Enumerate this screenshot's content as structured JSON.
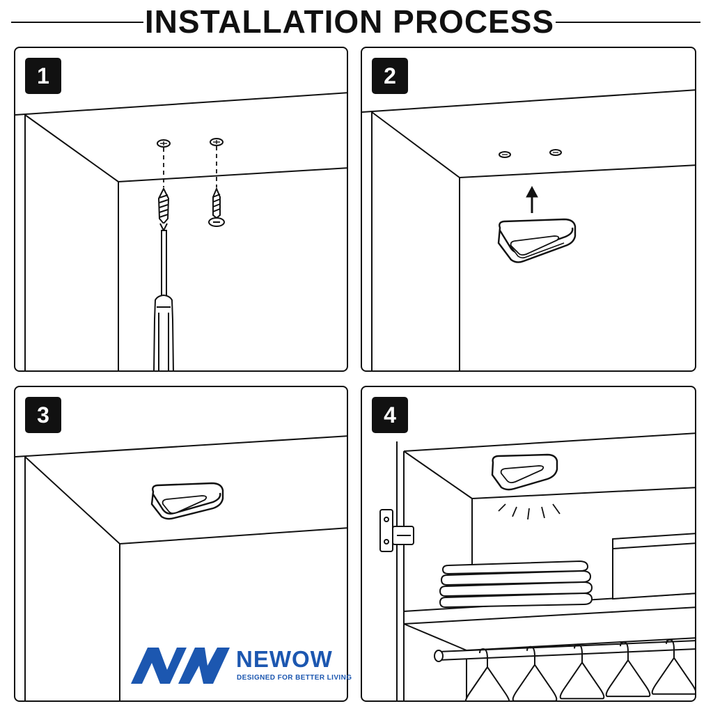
{
  "header": {
    "title": "INSTALLATION PROCESS"
  },
  "steps": [
    {
      "number": "1",
      "name": "screw-mounting"
    },
    {
      "number": "2",
      "name": "attach-light"
    },
    {
      "number": "3",
      "name": "light-mounted"
    },
    {
      "number": "4",
      "name": "wardrobe-illuminated"
    }
  ],
  "brand": {
    "name": "NEWOW",
    "tagline": "DESIGNED FOR BETTER LIVING",
    "color": "#1c57b0"
  },
  "icons": [
    "screw-icon",
    "screwdriver-icon",
    "arrow-up-icon",
    "puck-light-icon",
    "hinge-icon",
    "hanger-icon",
    "towel-stack-icon",
    "storage-box-icon"
  ]
}
